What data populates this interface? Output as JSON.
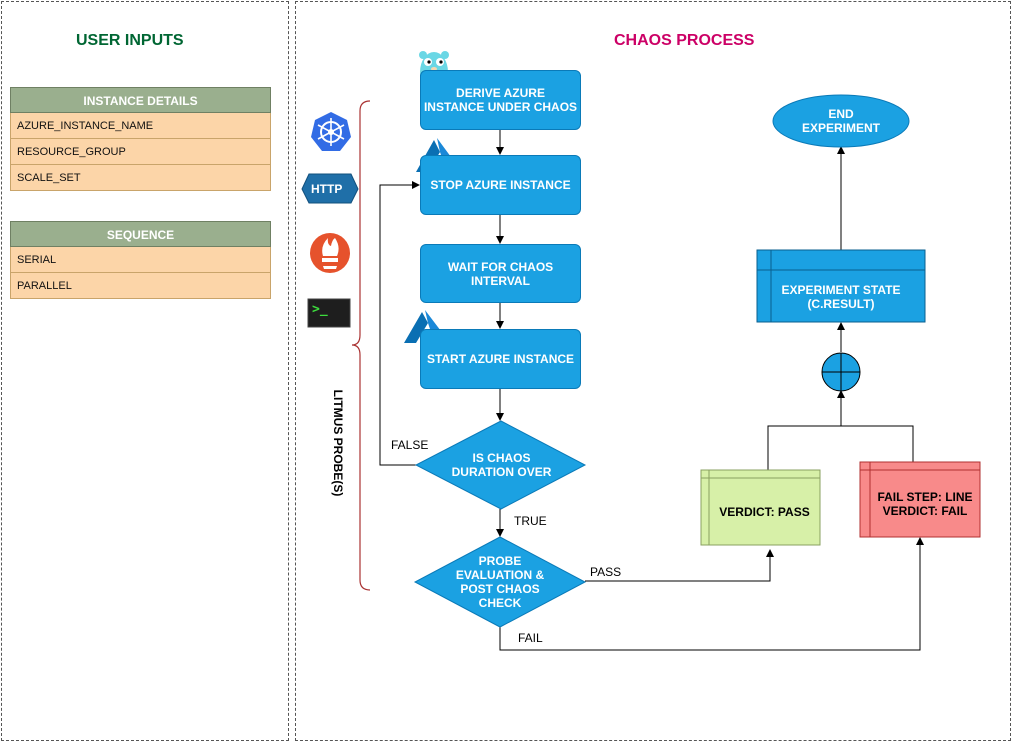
{
  "user_inputs": {
    "title": "USER INPUTS",
    "instance_details": {
      "header": "INSTANCE DETAILS",
      "rows": [
        "AZURE_INSTANCE_NAME",
        "RESOURCE_GROUP",
        "SCALE_SET"
      ]
    },
    "sequence": {
      "header": "SEQUENCE",
      "rows": [
        "SERIAL",
        "PARALLEL"
      ]
    }
  },
  "chaos_process": {
    "title": "CHAOS PROCESS",
    "steps": {
      "derive": "DERIVE AZURE\nINSTANCE UNDER CHAOS",
      "stop": "STOP AZURE INSTANCE",
      "wait": "WAIT FOR CHAOS\nINTERVAL",
      "start": "START AZURE INSTANCE"
    },
    "decisions": {
      "duration": "IS CHAOS\nDURATION OVER",
      "probe": "PROBE\nEVALUATION &\nPOST CHAOS\nCHECK"
    },
    "edge_labels": {
      "false": "FALSE",
      "true": "TRUE",
      "pass": "PASS",
      "fail": "FAIL"
    },
    "probe_label": "LITMUS PROBE(S)",
    "probe_icons": [
      "kubernetes-icon",
      "http-icon",
      "prometheus-icon",
      "cmd-icon"
    ],
    "http_icon_text": "HTTP",
    "cmd_icon_text": ">_",
    "verdict_pass": "VERDICT: PASS",
    "verdict_fail": "FAIL STEP: LINE\nVERDICT: FAIL",
    "experiment_state": "EXPERIMENT STATE\n(C.RESULT)",
    "end": "END\nEXPERIMENT"
  },
  "colors": {
    "user_inputs_title": "#006633",
    "chaos_title": "#cc0066",
    "step_fill": "#1ba1e2",
    "table_header": "#9aaf8e",
    "table_row": "#fcd5a8",
    "verdict_pass": "#d7f0a8",
    "verdict_fail": "#f88a8a",
    "brace": "#a33"
  }
}
